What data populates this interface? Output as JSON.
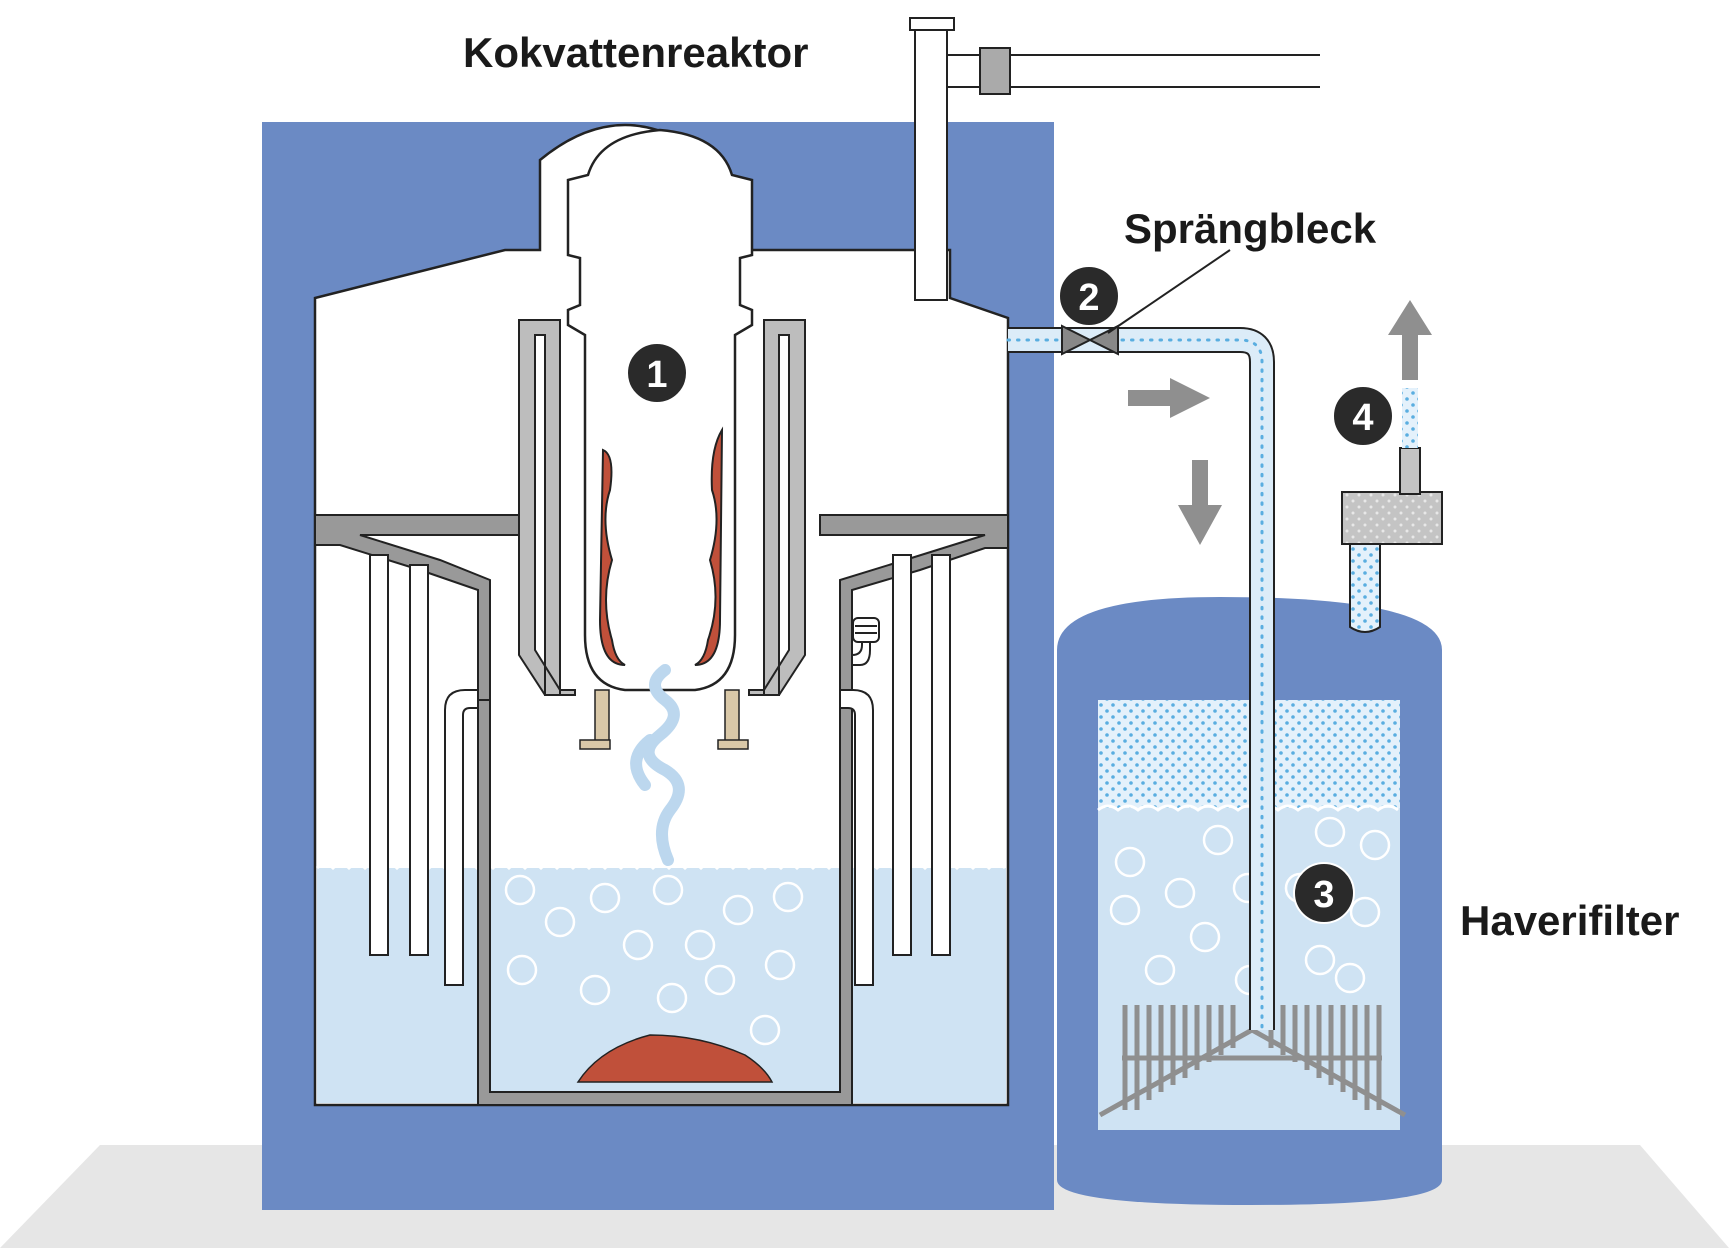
{
  "labels": {
    "reactor": "Kokvattenreaktor",
    "rupture_disc": "Sprängbleck",
    "filter": "Haverifilter"
  },
  "markers": [
    "1",
    "2",
    "3",
    "4"
  ],
  "colors": {
    "containment_blue": "#6b8ac4",
    "water": "#cfe3f3",
    "steel_gray": "#999999",
    "pipe_gray": "#b5b5b5",
    "corium_red": "#c0503a",
    "ground": "#e6e6e6",
    "marker_dark": "#2a2a2a",
    "dot_blue": "#5aaee0"
  }
}
